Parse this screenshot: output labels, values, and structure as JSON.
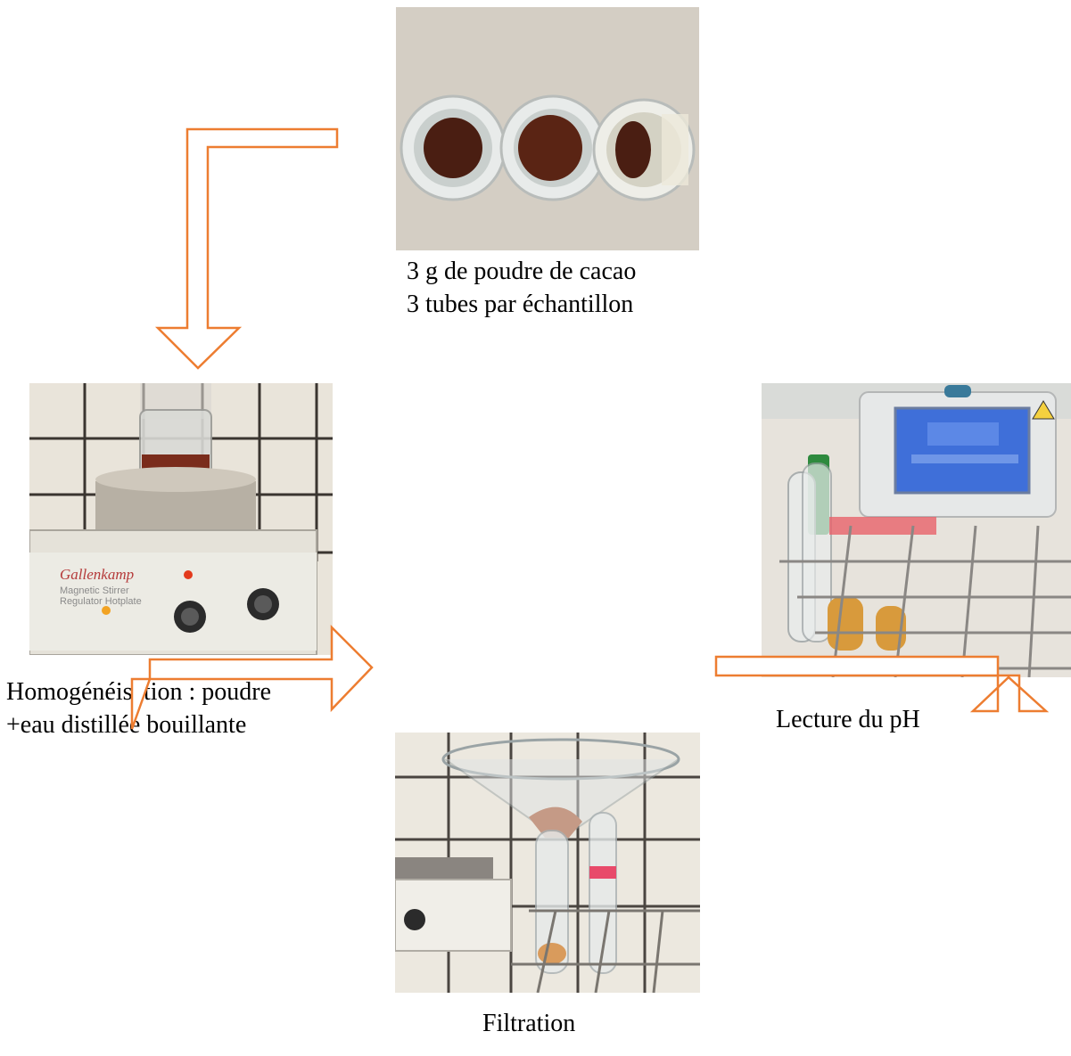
{
  "steps": [
    {
      "id": "cocoa-powder",
      "caption_lines": [
        "3 g de poudre de cacao",
        "3 tubes par échantillon"
      ]
    },
    {
      "id": "homogenisation",
      "caption_lines": [
        "Homogénéisation : poudre",
        "+eau distillée bouillante"
      ],
      "device_brand": "Gallenkamp",
      "device_label_lines": [
        "Magnetic Stirrer",
        "Regulator Hotplate"
      ]
    },
    {
      "id": "filtration",
      "caption_lines": [
        "Filtration"
      ]
    },
    {
      "id": "ph-reading",
      "caption_lines": [
        "Lecture du pH"
      ]
    }
  ],
  "colors": {
    "arrow_stroke": "#ed7d31",
    "tile_wall": "#e9e4da",
    "cocoa": "#4a1e12",
    "ph_screen": "#3f6fd9"
  }
}
